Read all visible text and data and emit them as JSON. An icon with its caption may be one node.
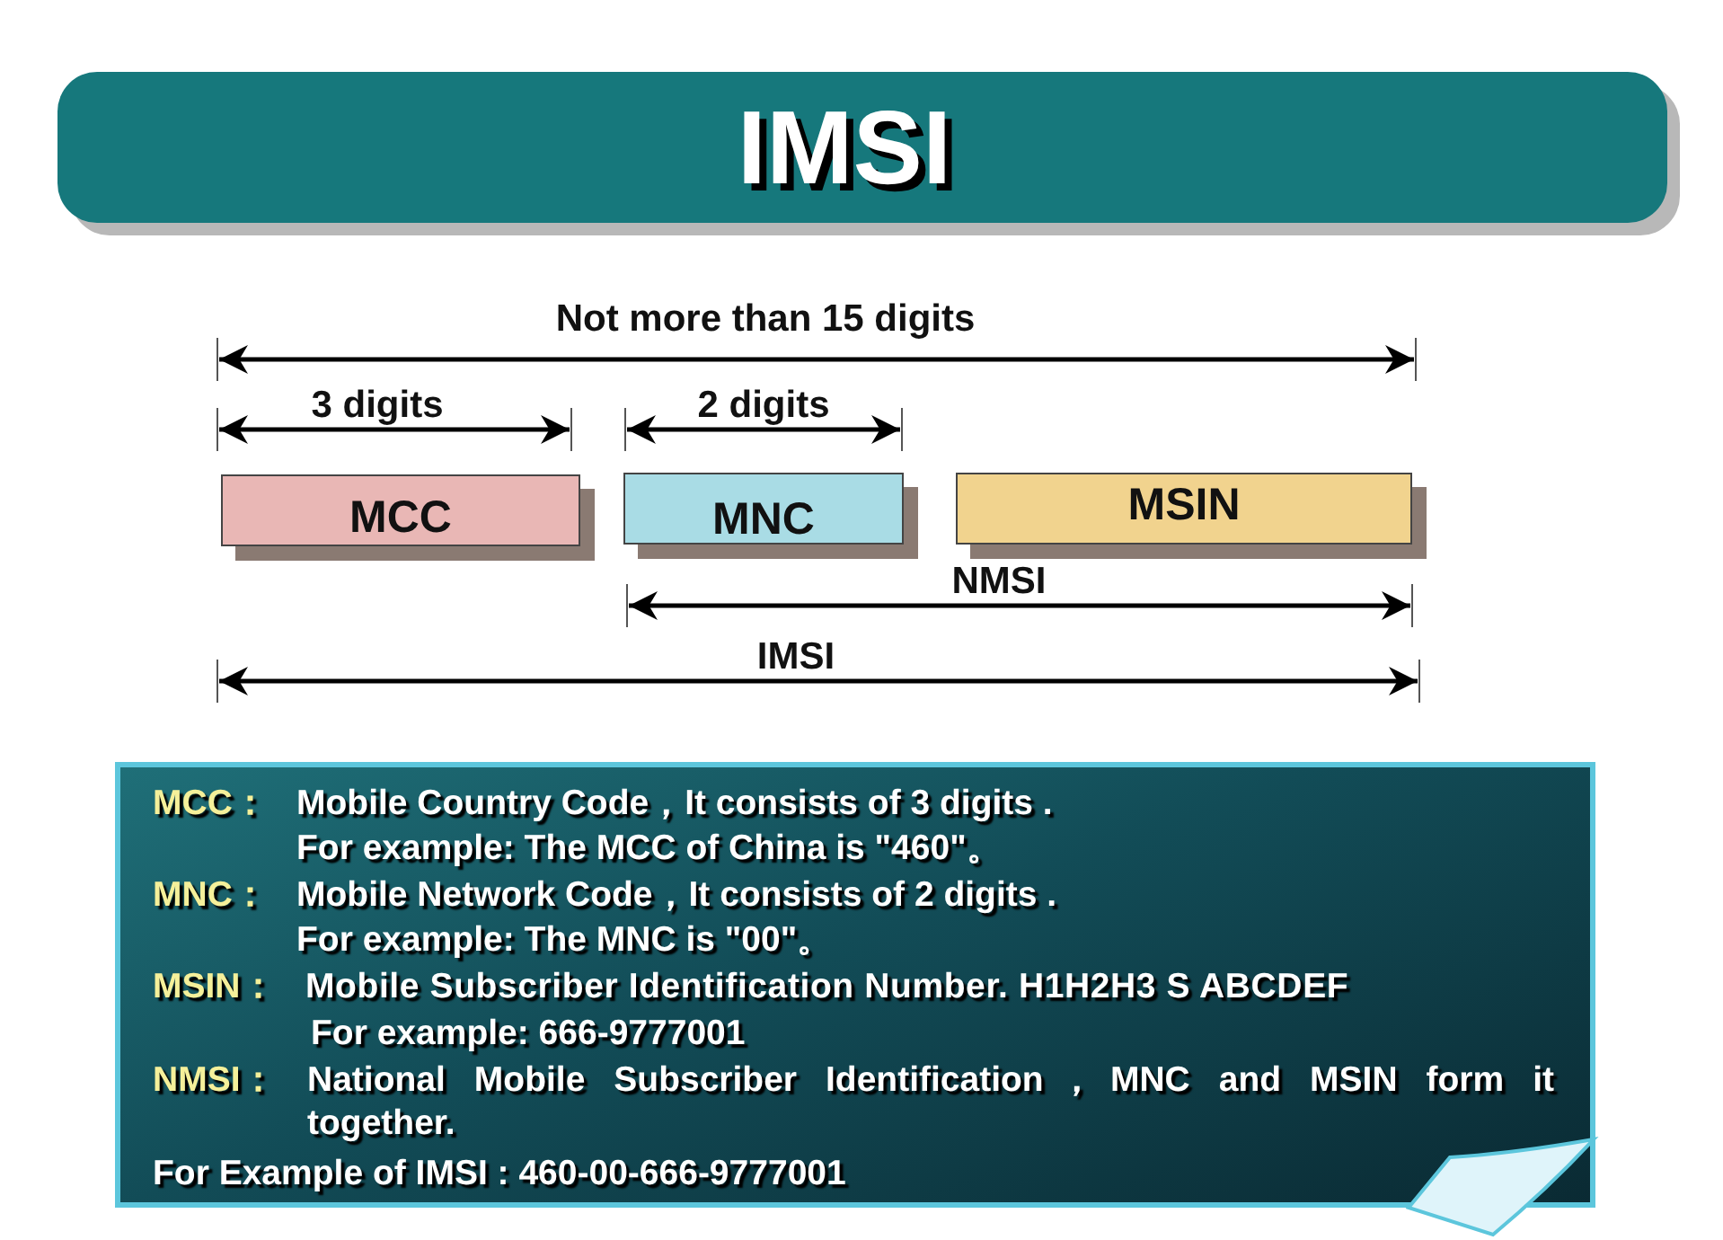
{
  "diagram": {
    "title": "IMSI",
    "nodes": [
      {
        "text": [
          "MCC"
        ]
      },
      {
        "text": [
          "MNC"
        ]
      },
      {
        "text": [
          "MSIN"
        ]
      },
      {
        "text": [
          "MCC：",
          "Mobile Country Code，It consists of 3 digits .",
          "For example: The MCC of China is \"460\"。",
          "MNC：",
          "Mobile Network Code，It consists of 2 digits .",
          "For example: The MNC is \"00\"。",
          "MSIN：",
          "Mobile Subscriber Identification Number. H1H2H3 S ABCDEF",
          "For example: 666-9777001",
          "NMSI：",
          "National Mobile Subscriber Identification，MNC and MSIN form it together.",
          "For Example of IMSI : 460-00-666-9777001"
        ]
      }
    ],
    "labels": [
      "Not more than 15 digits",
      "3 digits",
      "2 digits",
      "NMSI",
      "IMSI"
    ]
  }
}
